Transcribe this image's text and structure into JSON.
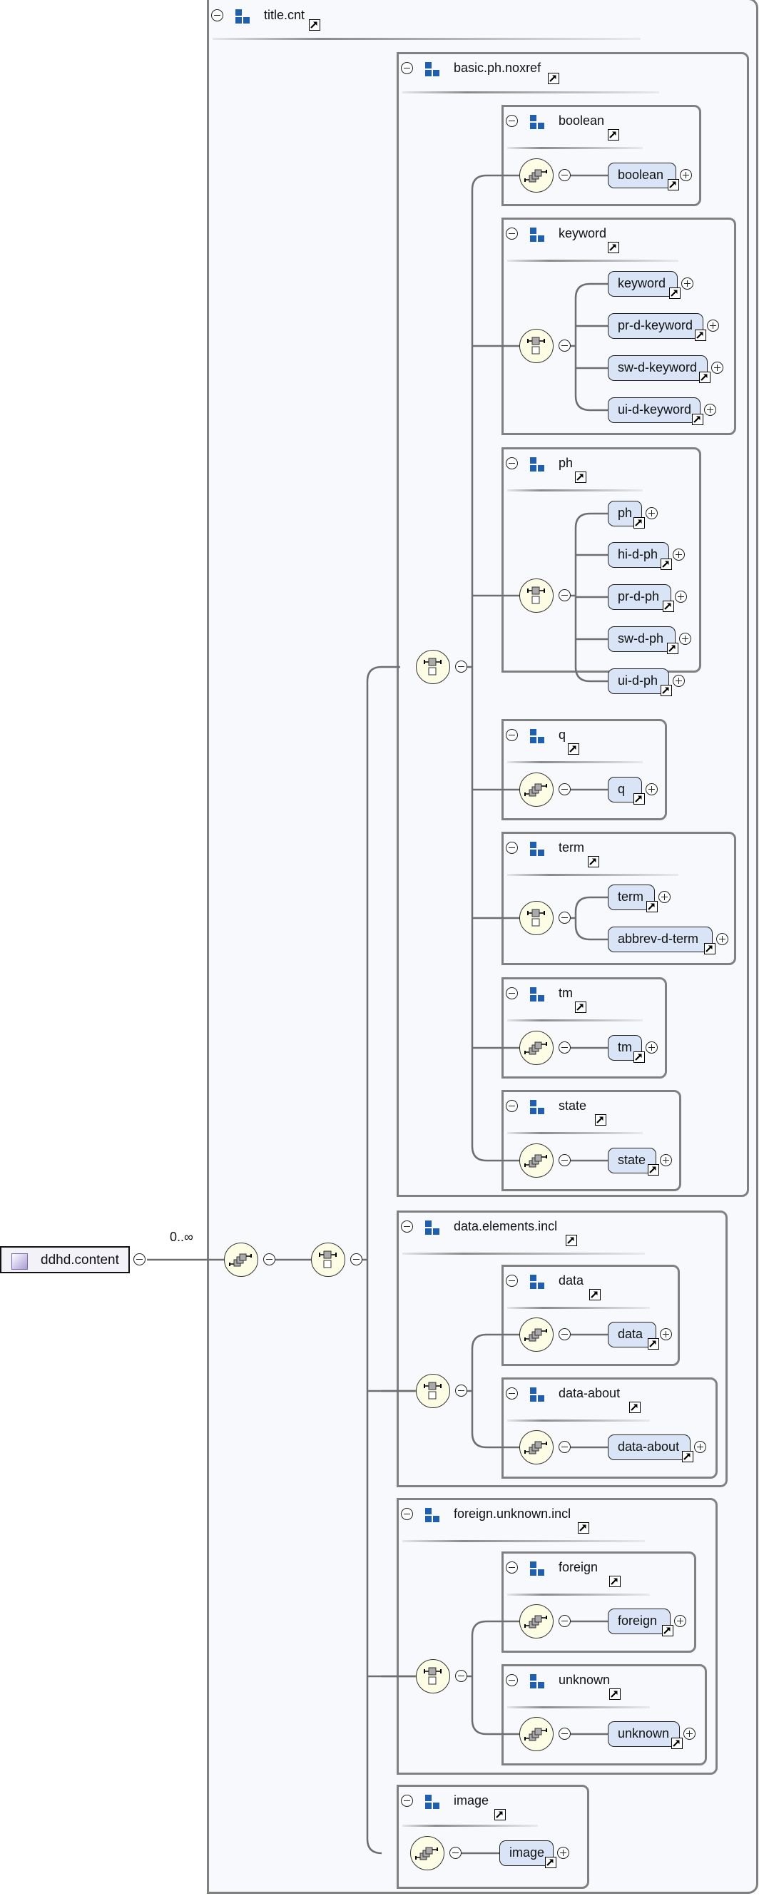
{
  "root": {
    "name": "ddhd.content",
    "cardinality": "0..∞",
    "icon": "complex-type-icon"
  },
  "title_group": {
    "name": "title.cnt",
    "icon": "group-icon"
  },
  "groups": [
    {
      "name": "basic.ph.noxref",
      "compositor": "choice",
      "children": [
        {
          "name": "boolean",
          "compositor": "sequence",
          "elements": [
            "boolean"
          ]
        },
        {
          "name": "keyword",
          "compositor": "choice",
          "elements": [
            "keyword",
            "pr-d-keyword",
            "sw-d-keyword",
            "ui-d-keyword"
          ]
        },
        {
          "name": "ph",
          "compositor": "choice",
          "elements": [
            "ph",
            "hi-d-ph",
            "pr-d-ph",
            "sw-d-ph",
            "ui-d-ph"
          ]
        },
        {
          "name": "q",
          "compositor": "sequence",
          "elements": [
            "q"
          ]
        },
        {
          "name": "term",
          "compositor": "choice",
          "elements": [
            "term",
            "abbrev-d-term"
          ]
        },
        {
          "name": "tm",
          "compositor": "sequence",
          "elements": [
            "tm"
          ]
        },
        {
          "name": "state",
          "compositor": "sequence",
          "elements": [
            "state"
          ]
        }
      ]
    },
    {
      "name": "data.elements.incl",
      "compositor": "choice",
      "children": [
        {
          "name": "data",
          "compositor": "sequence",
          "elements": [
            "data"
          ]
        },
        {
          "name": "data-about",
          "compositor": "sequence",
          "elements": [
            "data-about"
          ]
        }
      ]
    },
    {
      "name": "foreign.unknown.incl",
      "compositor": "choice",
      "children": [
        {
          "name": "foreign",
          "compositor": "sequence",
          "elements": [
            "foreign"
          ]
        },
        {
          "name": "unknown",
          "compositor": "sequence",
          "elements": [
            "unknown"
          ]
        }
      ]
    },
    {
      "name": "image",
      "compositor": null,
      "children": [],
      "direct": {
        "compositor": "sequence",
        "elements": [
          "image"
        ]
      }
    }
  ],
  "colors": {
    "group_icon": "#1f5fad",
    "element_fill": "#d9e5f7",
    "compositor_fill": "#fdfde6",
    "group_border": "#808080",
    "group_fill": "#f7f9fd"
  }
}
